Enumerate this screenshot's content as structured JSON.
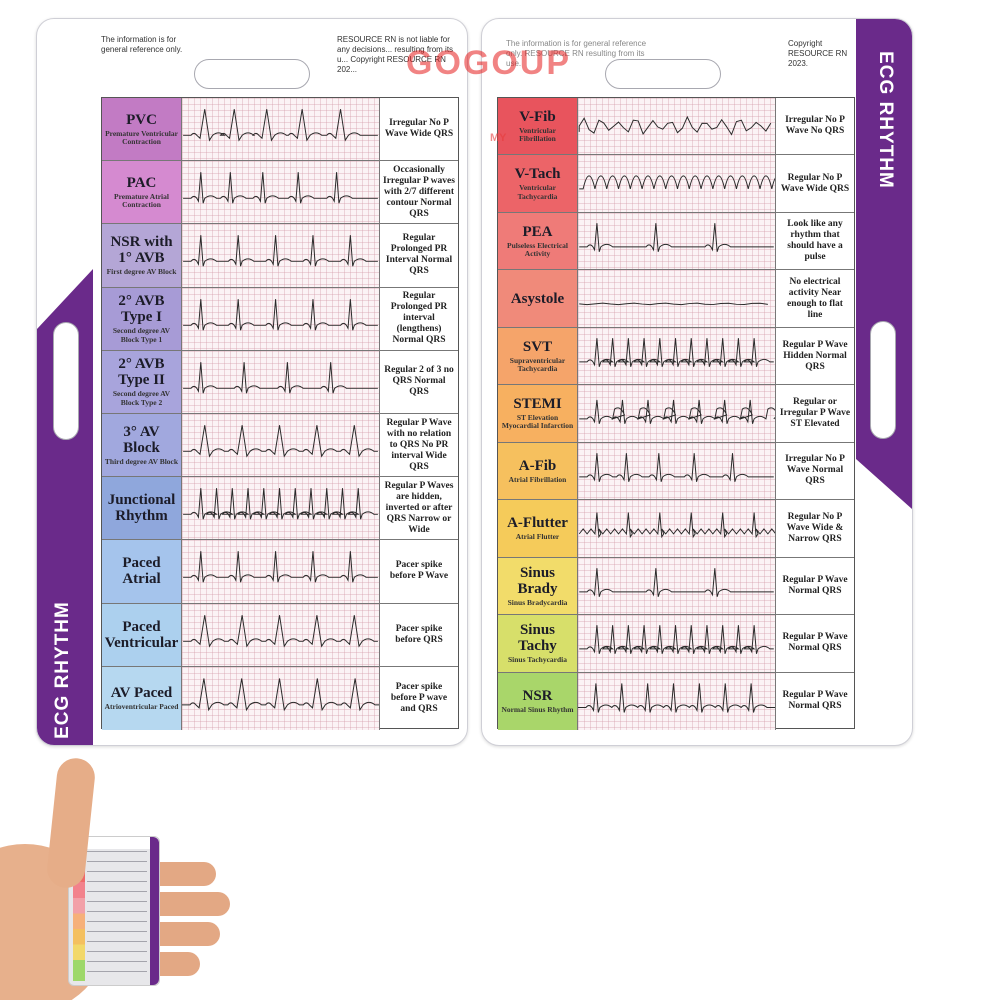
{
  "watermark": {
    "text": "GOGOUP",
    "sub": "MY"
  },
  "left_card": {
    "band_title": "ECG RHYTHM",
    "note_a": "The information is for general reference only.",
    "note_b": "RESOURCE RN is not liable for any decisions... resulting from its u... Copyright RESOURCE RN 202...",
    "rows": [
      {
        "name": "PVC",
        "sub": "Premature Ventricular Contraction",
        "desc": "Irregular No P Wave Wide QRS",
        "color": "#c27bc4",
        "pattern": "pvc"
      },
      {
        "name": "PAC",
        "sub": "Premature Atrial Contraction",
        "desc": "Occasionally Irregular P waves with 2/7 different contour Normal QRS",
        "color": "#d58ad0",
        "pattern": "pac"
      },
      {
        "name": "NSR with 1° AVB",
        "sub": "First degree AV Block",
        "desc": "Regular Prolonged PR Interval Normal QRS",
        "color": "#b4a6d6",
        "pattern": "avb1"
      },
      {
        "name": "2° AVB Type I",
        "sub": "Second degree AV Block Type 1",
        "desc": "Regular Prolonged PR interval (lengthens) Normal QRS",
        "color": "#a79bd6",
        "pattern": "avb2a"
      },
      {
        "name": "2° AVB Type II",
        "sub": "Second degree AV Block Type 2",
        "desc": "Regular 2 of 3 no QRS Normal QRS",
        "color": "#a8a4dc",
        "pattern": "avb2b"
      },
      {
        "name": "3° AV Block",
        "sub": "Third degree AV Block",
        "desc": "Regular P Wave with no relation to QRS No PR interval Wide QRS",
        "color": "#a1a8de",
        "pattern": "avb3"
      },
      {
        "name": "Junctional Rhythm",
        "sub": "",
        "desc": "Regular P Waves are hidden, inverted or after QRS Narrow or Wide",
        "color": "#8fa7dc",
        "pattern": "junctional"
      },
      {
        "name": "Paced Atrial",
        "sub": "",
        "desc": "Pacer spike before P Wave",
        "color": "#a5c4ec",
        "pattern": "paced"
      },
      {
        "name": "Paced Ventricular",
        "sub": "",
        "desc": "Pacer spike before QRS",
        "color": "#acd0ee",
        "pattern": "pacedv"
      },
      {
        "name": "AV Paced",
        "sub": "Atrioventricular Paced",
        "desc": "Pacer spike before P wave and QRS",
        "color": "#b6d8f0",
        "pattern": "avpaced"
      }
    ]
  },
  "right_card": {
    "band_title": "ECG RHYTHM",
    "note_a": "The information is for general reference only. RESOURCE RN resulting from its use.",
    "note_b": "Copyright RESOURCE RN 2023.",
    "rows": [
      {
        "name": "V-Fib",
        "sub": "Ventricular Fibrillation",
        "desc": "Irregular No P Wave No QRS",
        "color": "#e8545d",
        "pattern": "vfib"
      },
      {
        "name": "V-Tach",
        "sub": "Ventricular Tachycardia",
        "desc": "Regular No P Wave Wide QRS",
        "color": "#ec6468",
        "pattern": "vtach"
      },
      {
        "name": "PEA",
        "sub": "Pulseless Electrical Activity",
        "desc": "Look like any rhythm that should have a pulse",
        "color": "#ef7b78",
        "pattern": "pea"
      },
      {
        "name": "Asystole",
        "sub": "",
        "desc": "No electrical activity Near enough to flat line",
        "color": "#f08a7a",
        "pattern": "flat"
      },
      {
        "name": "SVT",
        "sub": "Supraventricular Tachycardia",
        "desc": "Regular P Wave Hidden Normal QRS",
        "color": "#f5a46a",
        "pattern": "svt"
      },
      {
        "name": "STEMI",
        "sub": "ST Elevation Myocardial Infarction",
        "desc": "Regular or Irregular P Wave ST Elevated",
        "color": "#f7b060",
        "pattern": "stemi"
      },
      {
        "name": "A-Fib",
        "sub": "Atrial Fibrillation",
        "desc": "Irregular No P Wave Normal QRS",
        "color": "#f6c05e",
        "pattern": "afib"
      },
      {
        "name": "A-Flutter",
        "sub": "Atrial Flutter",
        "desc": "Regular No P Wave Wide & Narrow QRS",
        "color": "#f5cb5a",
        "pattern": "aflutter"
      },
      {
        "name": "Sinus Brady",
        "sub": "Sinus Bradycardia",
        "desc": "Regular P Wave Normal QRS",
        "color": "#f2dc6a",
        "pattern": "brady"
      },
      {
        "name": "Sinus Tachy",
        "sub": "Sinus Tachycardia",
        "desc": "Regular P Wave Normal QRS",
        "color": "#d7df6a",
        "pattern": "tachy"
      },
      {
        "name": "NSR",
        "sub": "Normal Sinus Rhythm",
        "desc": "Regular P Wave Normal QRS",
        "color": "#a9d66a",
        "pattern": "nsr"
      }
    ]
  }
}
